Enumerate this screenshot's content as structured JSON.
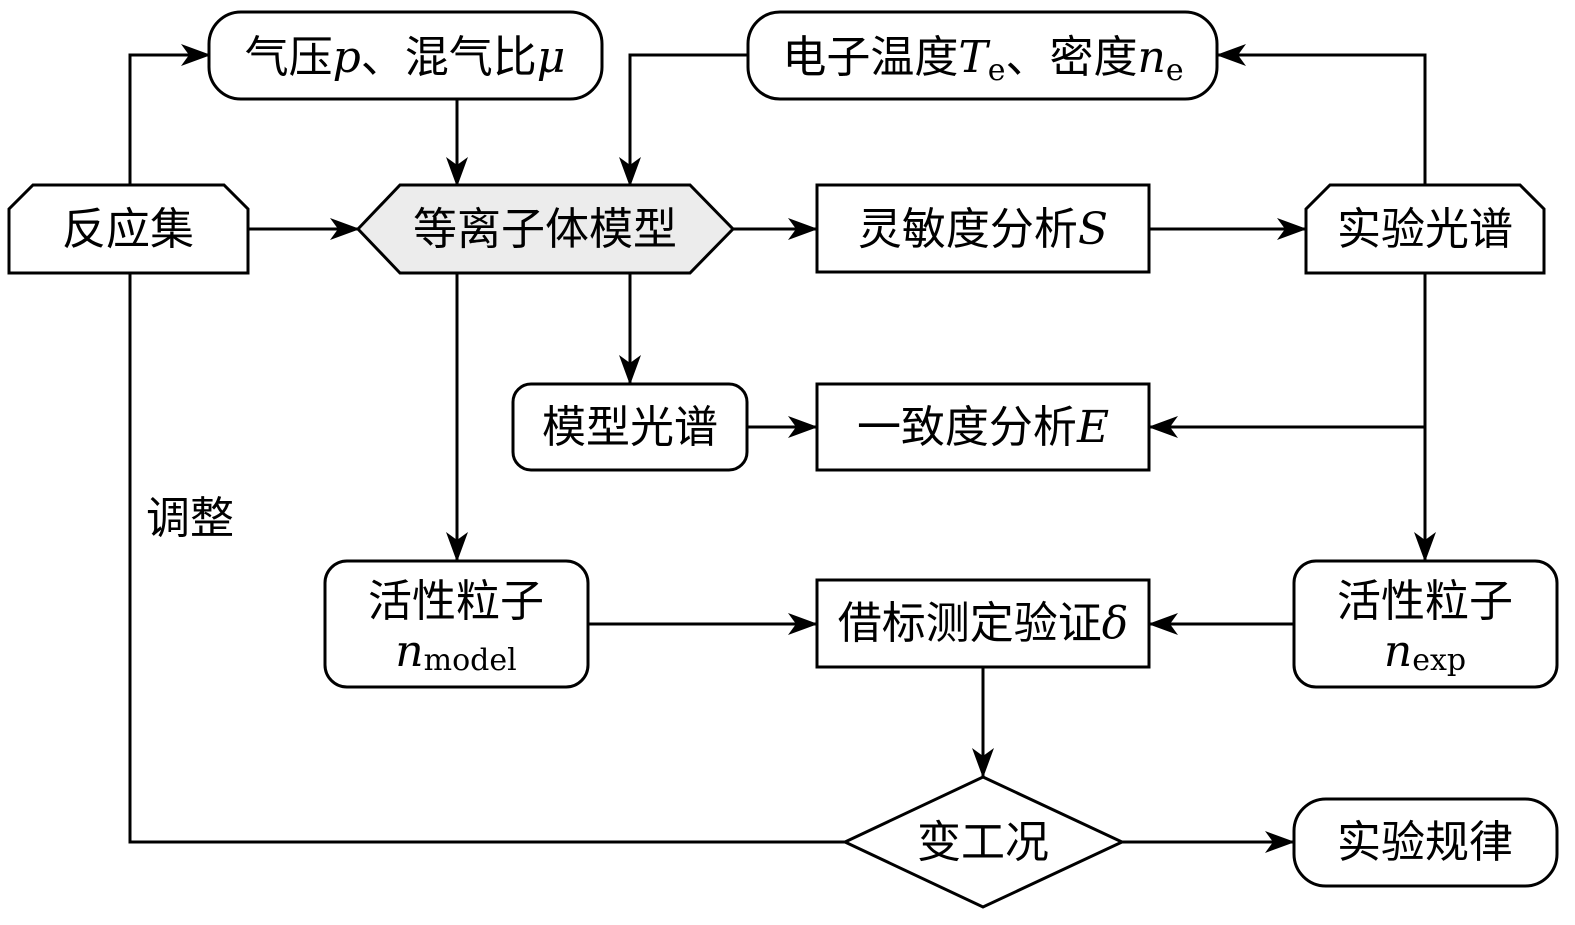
{
  "nodes": {
    "pressure": {
      "main": "气压",
      "var1": "p",
      "sep": "、",
      "main2": "混气比",
      "var2": "μ"
    },
    "electron": {
      "main": "电子温度",
      "var1": "T",
      "sub1": "e",
      "sep": "、",
      "main2": "密度",
      "var2": "n",
      "sub2": "e"
    },
    "reaction_set": "反应集",
    "plasma_model": "等离子体模型",
    "sensitivity": {
      "main": "灵敏度分析",
      "var": "S"
    },
    "exp_spectrum": "实验光谱",
    "model_spectrum": "模型光谱",
    "consistency": {
      "main": "一致度分析",
      "var": "E"
    },
    "active_model": {
      "main": "活性粒子",
      "var": "n",
      "sub": "model"
    },
    "actinometry": {
      "main": "借标测定验证",
      "var": "δ"
    },
    "active_exp": {
      "main": "活性粒子",
      "var": "n",
      "sub": "exp"
    },
    "vary_conditions": "变工况",
    "exp_law": "实验规律"
  },
  "edge_labels": {
    "adjust": "调整"
  }
}
